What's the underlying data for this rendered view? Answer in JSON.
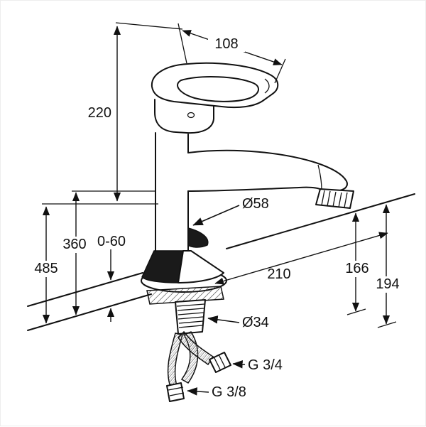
{
  "drawing": {
    "title": "single-lever kitchen faucet technical dimension drawing",
    "dims": {
      "lever_length": "108",
      "height_above_deck": "220",
      "installation_height": "360",
      "deck_thickness_range": "0-60",
      "overall_height": "485",
      "body_diameter": "Ø58",
      "spout_projection": "210",
      "outlet_height": "166",
      "spout_height": "194",
      "shank_diameter": "Ø34",
      "connection_thread_large": "G 3/4",
      "connection_thread_small": "G 3/8"
    }
  }
}
